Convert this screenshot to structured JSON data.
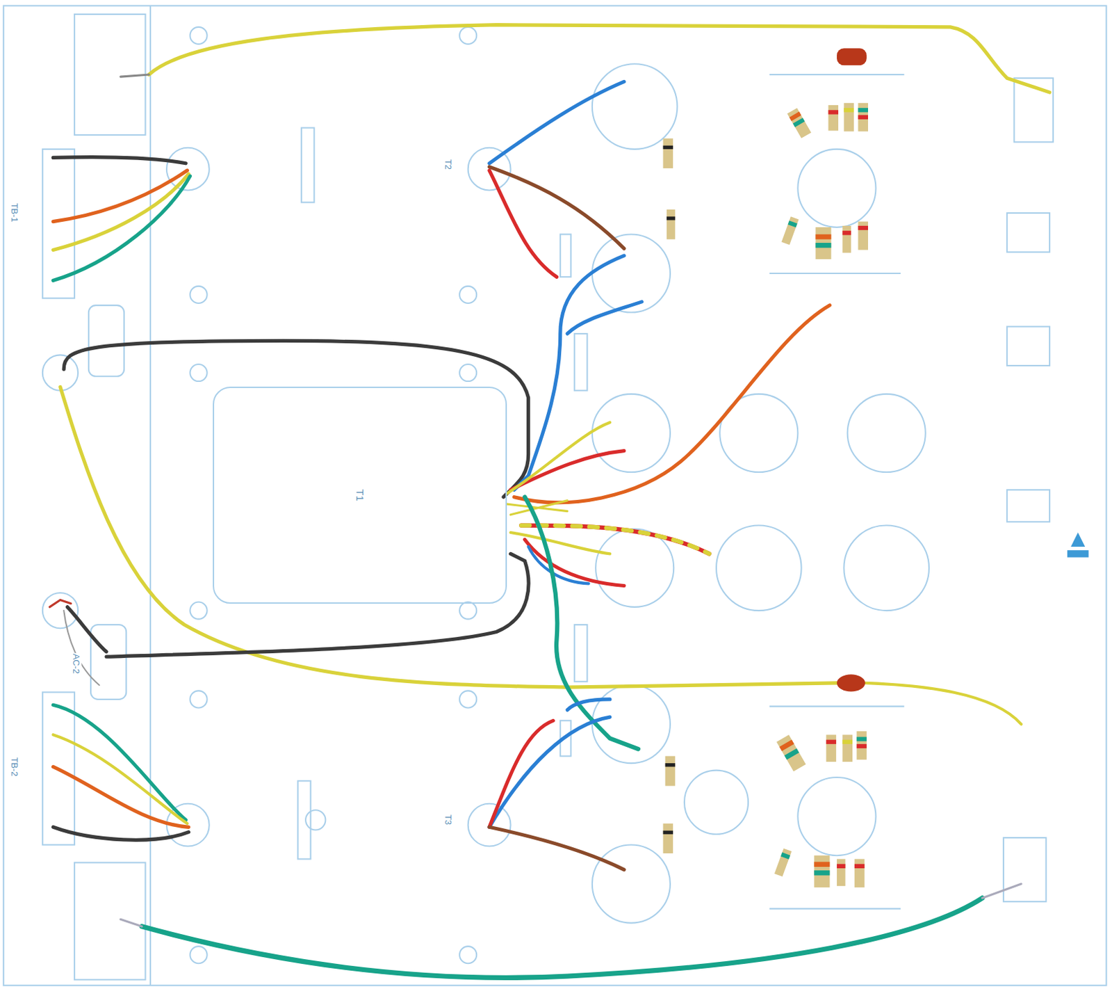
{
  "diagram": {
    "nodes": [
      {
        "text": [
          "T1"
        ]
      }
    ],
    "labels": [
      "T2",
      "T3",
      "TB-1",
      "TB-2",
      "AC-2"
    ]
  }
}
